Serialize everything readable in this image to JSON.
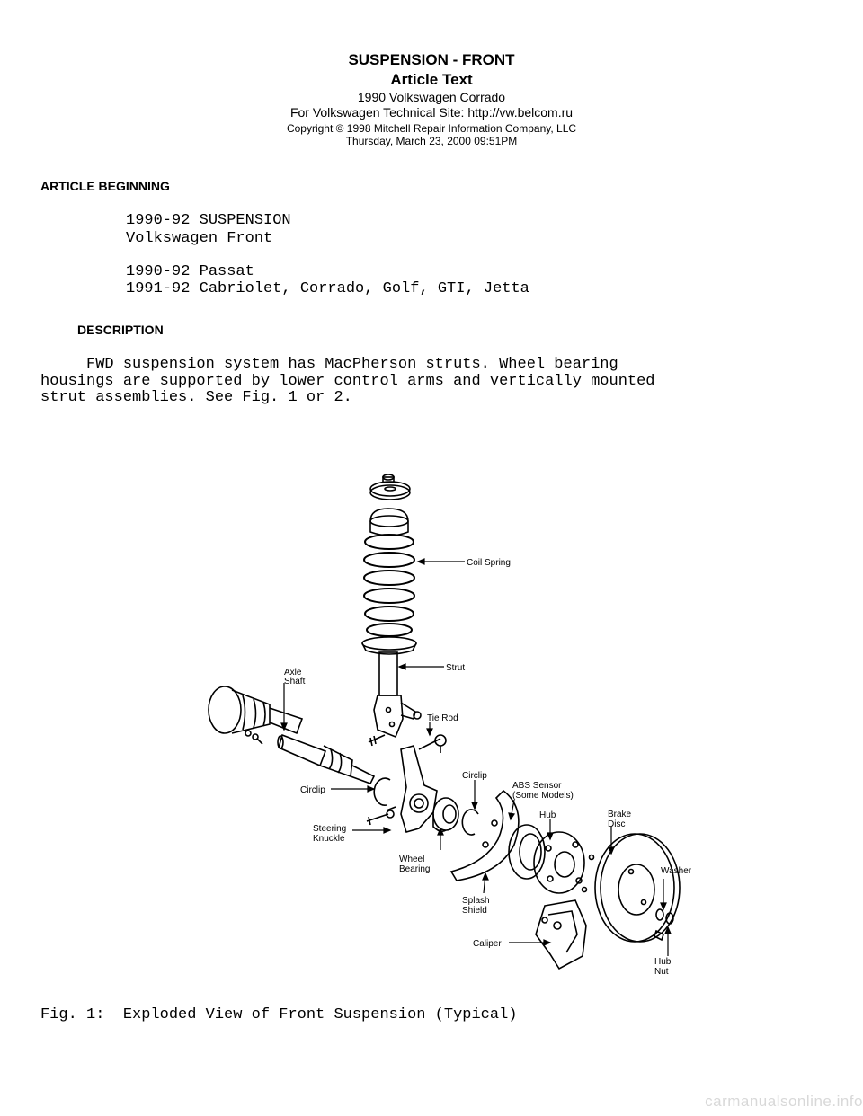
{
  "header": {
    "title": "SUSPENSION - FRONT",
    "subtitle": "Article Text",
    "vehicle": "1990 Volkswagen Corrado",
    "site": "For Volkswagen Technical Site:  http://vw.belcom.ru",
    "copyright": "Copyright © 1998 Mitchell Repair Information Company, LLC",
    "date": "Thursday, March 23, 2000  09:51PM"
  },
  "article_beginning": "ARTICLE BEGINNING",
  "intro_lines": [
    "1990-92 SUSPENSION",
    "Volkswagen Front",
    "1990-92 Passat",
    "1991-92 Cabriolet, Corrado, Golf, GTI, Jetta"
  ],
  "description_heading": "DESCRIPTION",
  "description_lines": [
    "     FWD suspension system has MacPherson struts. Wheel bearing",
    "housings are supported by lower control arms and vertically mounted",
    "strut assemblies. See Fig. 1 or 2."
  ],
  "figure": {
    "labels": {
      "coil_spring": "Coil Spring",
      "strut": "Strut",
      "axle_1": "Axle",
      "axle_2": "Shaft",
      "tie_rod": "Tie Rod",
      "circlip_1": "Circlip",
      "circlip_2": "Circlip",
      "abs_1": "ABS Sensor",
      "abs_2": "(Some Models)",
      "hub": "Hub",
      "brake_1": "Brake",
      "brake_2": "Disc",
      "steering_1": "Steering",
      "steering_2": "Knuckle",
      "washer": "Washer",
      "wheel_1": "Wheel",
      "wheel_2": "Bearing",
      "splash_1": "Splash",
      "splash_2": "Shield",
      "caliper": "Caliper",
      "hubnut_1": "Hub",
      "hubnut_2": "Nut"
    },
    "caption": "Fig. 1:  Exploded View of Front Suspension (Typical)"
  },
  "watermark": "carmanualsonline.info"
}
